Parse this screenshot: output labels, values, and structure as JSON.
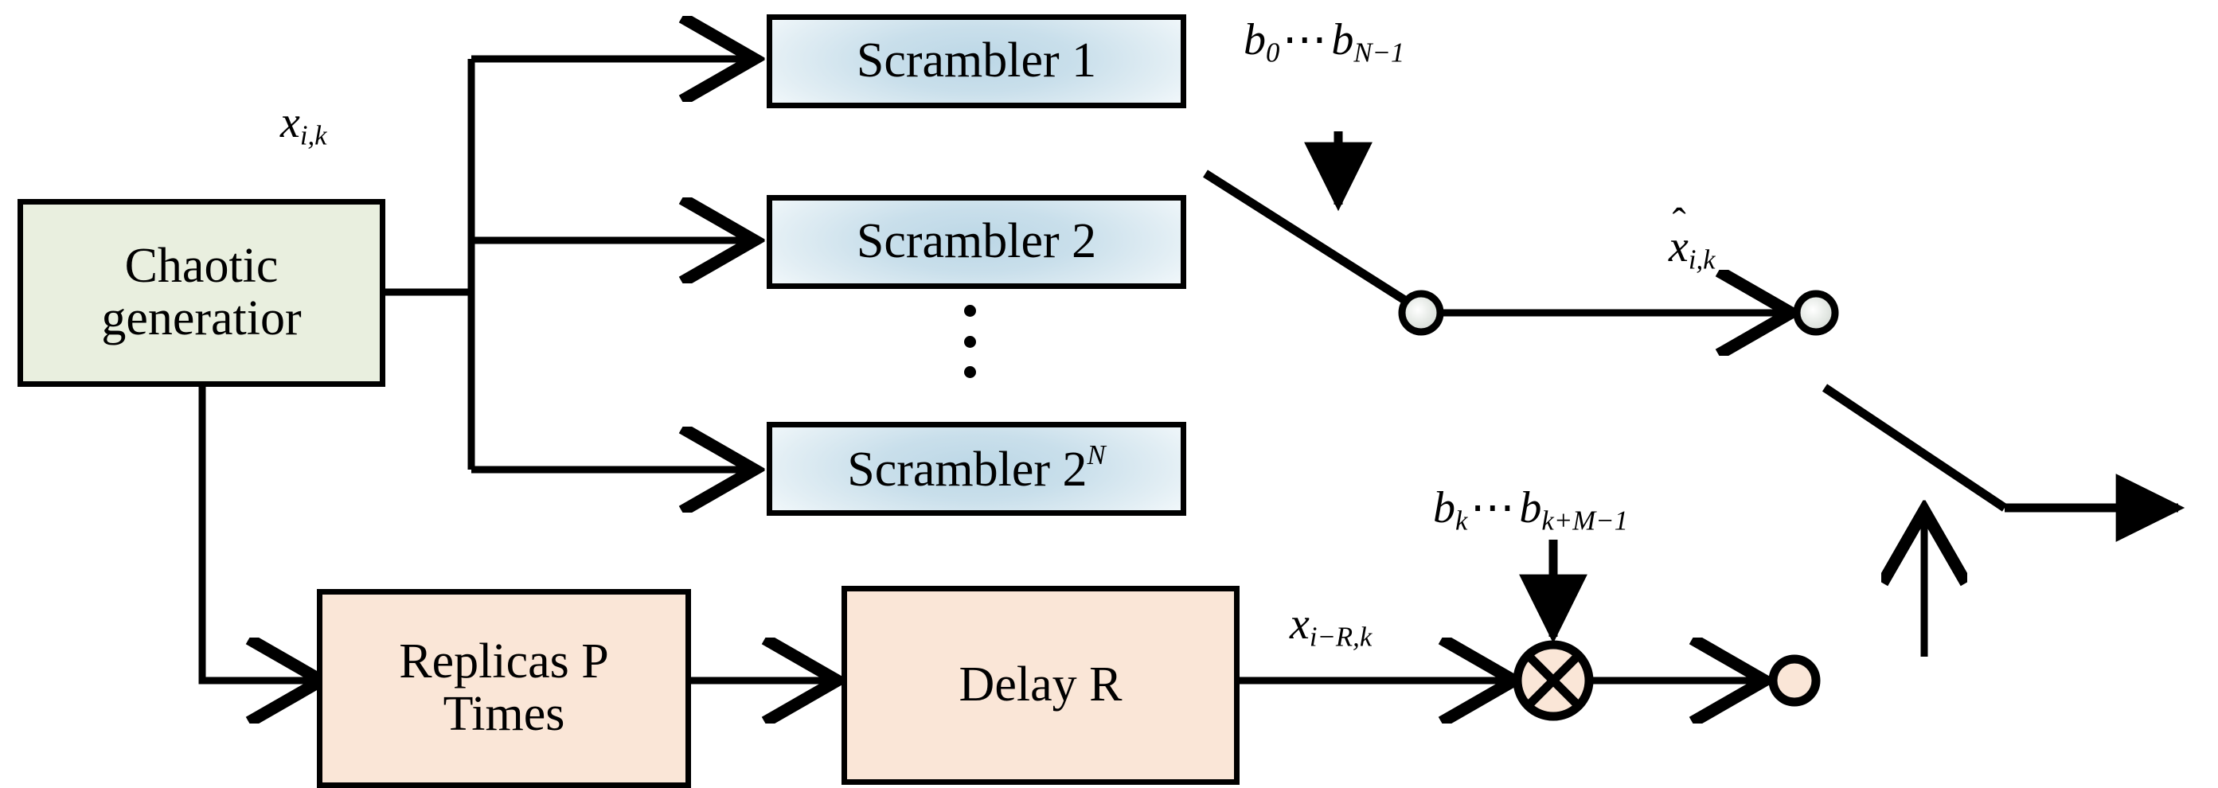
{
  "diagram": {
    "title": "Chaotic scrambling transmitter block diagram",
    "colors": {
      "generator_fill": "#e9efdf",
      "scrambler_fill": "#c6dde9",
      "delay_fill": "#fae6d7",
      "switch_node_fill": "#dfe3df",
      "stroke": "#000000",
      "background": "#ffffff"
    },
    "blocks": {
      "generator": {
        "line1": "Chaotic",
        "line2": "generatior"
      },
      "scrambler1": {
        "label": "Scrambler 1"
      },
      "scrambler2": {
        "label": "Scrambler 2"
      },
      "scrambler_n": {
        "base": "Scrambler 2",
        "exponent": "N"
      },
      "replicas": {
        "line1": "Replicas P",
        "line2": "Times"
      },
      "delay": {
        "label": "Delay R"
      }
    },
    "labels": {
      "chaotic_output": {
        "base": "x",
        "sub": "i,k"
      },
      "select_bits_top": {
        "first": "b",
        "first_sub": "0",
        "sep": "⋯",
        "second": "b",
        "second_sub": "N−1"
      },
      "switch_output": {
        "hat": "ˆ",
        "base": "x",
        "sub": "i,k"
      },
      "delay_output": {
        "base": "x",
        "sub": "i−R,k"
      },
      "spread_bits_bottom": {
        "first": "b",
        "first_sub": "k",
        "sep": "⋯",
        "second": "b",
        "second_sub": "k+M−1"
      }
    },
    "symbols": {
      "vertical_ellipsis": "⋮",
      "multiplier": "⊗",
      "switch_pivot": "switch-pivot-node",
      "switch_contact": "switch-contact-node",
      "output_arrow": "▶"
    }
  }
}
